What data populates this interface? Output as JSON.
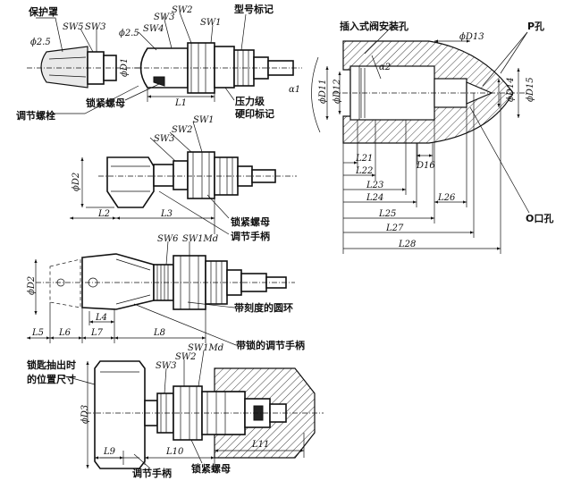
{
  "labels": {
    "protective_cap": "保护罩",
    "adjusting_bolt": "调节螺栓",
    "lock_nut_1": "锁紧螺母",
    "model_mark": "型号标记",
    "pressure_mark": "压力级\n硬印标记",
    "insert_hole": "插入式阀安装孔",
    "p_port": "P孔",
    "o_port": "O口孔",
    "lock_nut_2": "锁紧螺母",
    "adjust_handle_1": "调节手柄",
    "scale_ring": "带刻度的圆环",
    "lock_handle": "带锁的调节手柄",
    "key_pos": "锁匙抽出时\n的位置尺寸",
    "adjust_handle_2": "调节手柄",
    "lock_nut_3": "锁紧螺母"
  },
  "dims": {
    "phi25a": "ϕ2.5",
    "phi25b": "ϕ2.5",
    "sw5": "SW5",
    "sw3a": "SW3",
    "sw3b": "SW3",
    "sw4": "SW4",
    "sw2a": "SW2",
    "sw1a": "SW1",
    "d1": "ϕD1",
    "l1": "L1",
    "d2a": "ϕD2",
    "l2": "L2",
    "l3": "L3",
    "sw3c": "SW3",
    "sw2b": "SW2",
    "sw1b": "SW1",
    "sw6": "SW6",
    "sw1md": "SW1Md",
    "d2b": "ϕD2",
    "l4": "L4",
    "l5": "L5",
    "l6": "L6",
    "l7": "L7",
    "l8": "L8",
    "d3": "ϕD3",
    "l9": "L9",
    "l10": "L10",
    "l11": "L11",
    "sw3d": "SW3",
    "sw2c": "SW2",
    "sw1md2": "SW1Md",
    "d13": "ϕD13",
    "alpha1": "α1",
    "alpha2": "α2",
    "d11": "ϕD11",
    "d12": "ϕD12",
    "d14": "ϕD14",
    "d15": "ϕD15",
    "d16": "D16",
    "l21": "L21",
    "l22": "L22",
    "l23": "L23",
    "l24": "L24",
    "l25": "L25",
    "l26": "L26",
    "l27": "L27",
    "l28": "L28"
  }
}
